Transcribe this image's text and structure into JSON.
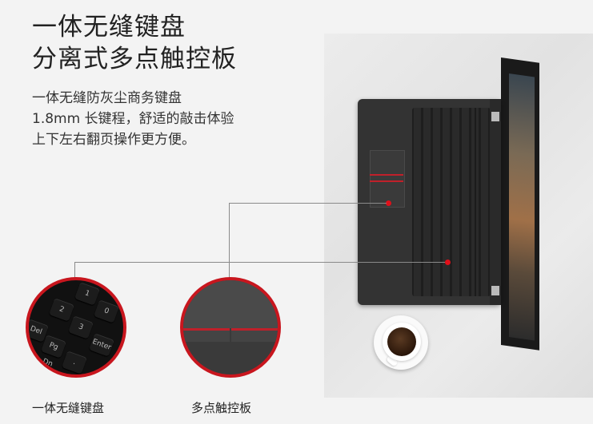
{
  "headline": {
    "line1": "一体无缝键盘",
    "line2": "分离式多点触控板"
  },
  "description": {
    "line1": "一体无缝防灰尘商务键盘",
    "line2": "1.8mm 长键程，舒适的敲击体验",
    "line3": "上下左右翻页操作更方便。"
  },
  "callouts": {
    "keyboard_label": "一体无缝键盘",
    "touchpad_label": "多点触控板"
  },
  "keyboard_keys": [
    "Del",
    "2",
    "1",
    "Pg Dn",
    "3",
    "0",
    ".",
    "Enter"
  ],
  "colors": {
    "accent_red": "#c8161e",
    "background": "#f3f3f3",
    "text": "#222222"
  }
}
